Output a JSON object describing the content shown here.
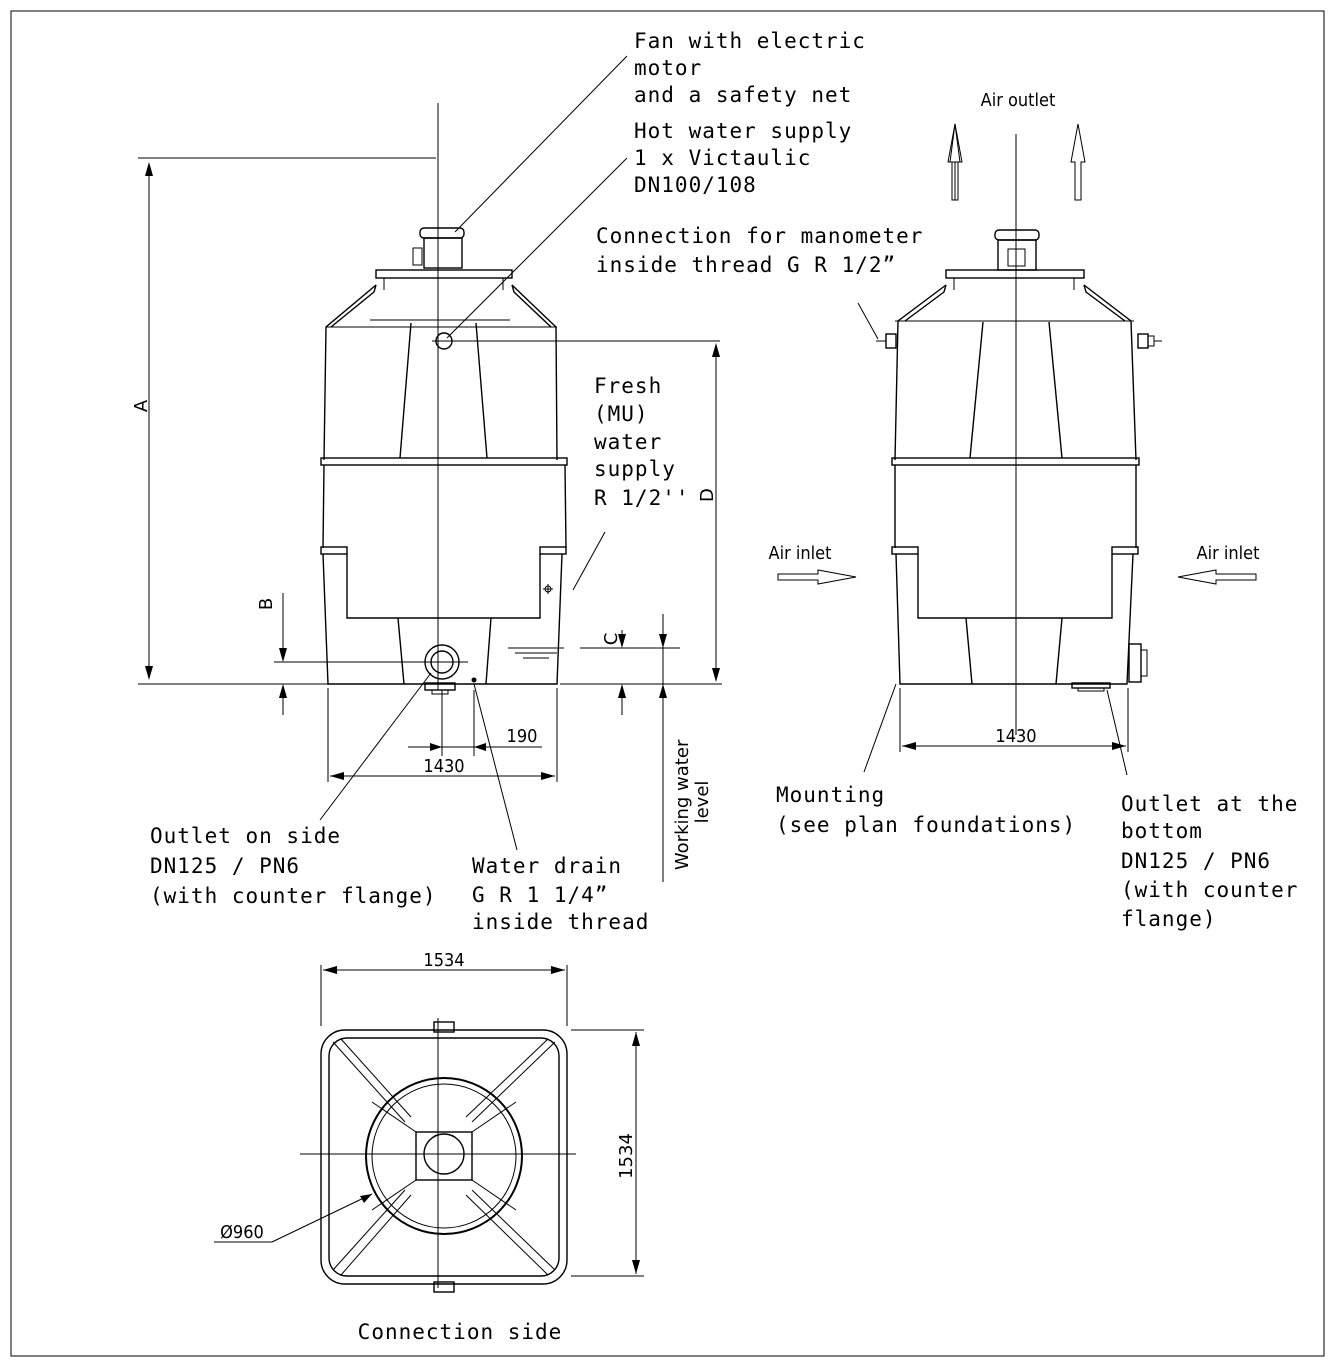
{
  "labels": {
    "fan": [
      "Fan with electric",
      "motor",
      "and a safety net"
    ],
    "hot_water": [
      "Hot water supply",
      "1 x Victaulic",
      "DN100/108"
    ],
    "manometer": [
      "Connection for manometer",
      "inside thread G R 1/2”"
    ],
    "fresh_water": [
      "Fresh",
      "(MU)",
      "water",
      "supply",
      "R 1/2''"
    ],
    "air_outlet": "Air outlet",
    "air_inlet_left": "Air inlet",
    "air_inlet_right": "Air inlet",
    "outlet_side": [
      "Outlet on side",
      "DN125 / PN6",
      "(with counter flange)"
    ],
    "water_drain": [
      "Water drain",
      "G R 1 1/4”",
      "inside thread"
    ],
    "working_level": [
      "Working water",
      "level"
    ],
    "mounting": [
      "Mounting",
      "(see plan foundations)"
    ],
    "outlet_bottom": [
      "Outlet at the",
      "bottom",
      "DN125 / PN6",
      "(with counter",
      "flange)"
    ],
    "connection_side": "Connection side"
  },
  "dimensions": {
    "A": "A",
    "B": "B",
    "C": "C",
    "D": "D",
    "offset_190": "190",
    "width_left": "1430",
    "width_right": "1430",
    "plan_width": "1534",
    "plan_depth": "1534",
    "diameter": "Ø960"
  }
}
